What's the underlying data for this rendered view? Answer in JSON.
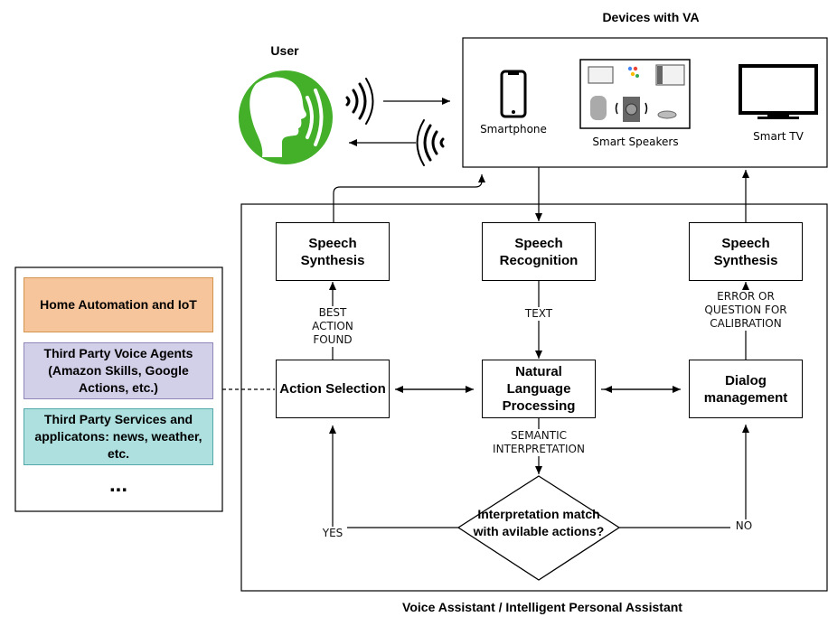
{
  "user": {
    "label": "User"
  },
  "devices": {
    "title": "Devices with VA",
    "smartphone": "Smartphone",
    "smart_speakers": "Smart Speakers",
    "smart_tv": "Smart TV"
  },
  "assistant": {
    "title": "Voice Assistant / Intelligent Personal Assistant"
  },
  "services": {
    "items": [
      "Home Automation and IoT",
      "Third Party Voice Agents (Amazon Skills, Google Actions, etc.)",
      "Third Party Services and applicatons: news, weather, etc."
    ],
    "more": "..."
  },
  "nodes": {
    "speech_synthesis_left": "Speech Synthesis",
    "speech_recognition": "Speech Recognition",
    "speech_synthesis_right": "Speech Synthesis",
    "action_selection": "Action Selection",
    "nlp": "Natural Language Processing",
    "dialog_management": "Dialog management",
    "decision": "Interpretation match with avilable actions?"
  },
  "edges": {
    "best_action_found": "BEST ACTION FOUND",
    "text": "TEXT",
    "error_question": "ERROR OR QUESTION FOR CALIBRATION",
    "semantic_interpretation": "SEMANTIC INTERPRETATION",
    "yes": "YES",
    "no": "NO"
  },
  "colors": {
    "user_icon": "#44b02a",
    "home_automation_fill": "#f7c59b",
    "home_automation_border": "#d3944e",
    "voice_agents_fill": "#d2cfe8",
    "voice_agents_border": "#8f86b9",
    "services_fill": "#aee0e0",
    "services_border": "#53a9aa"
  }
}
